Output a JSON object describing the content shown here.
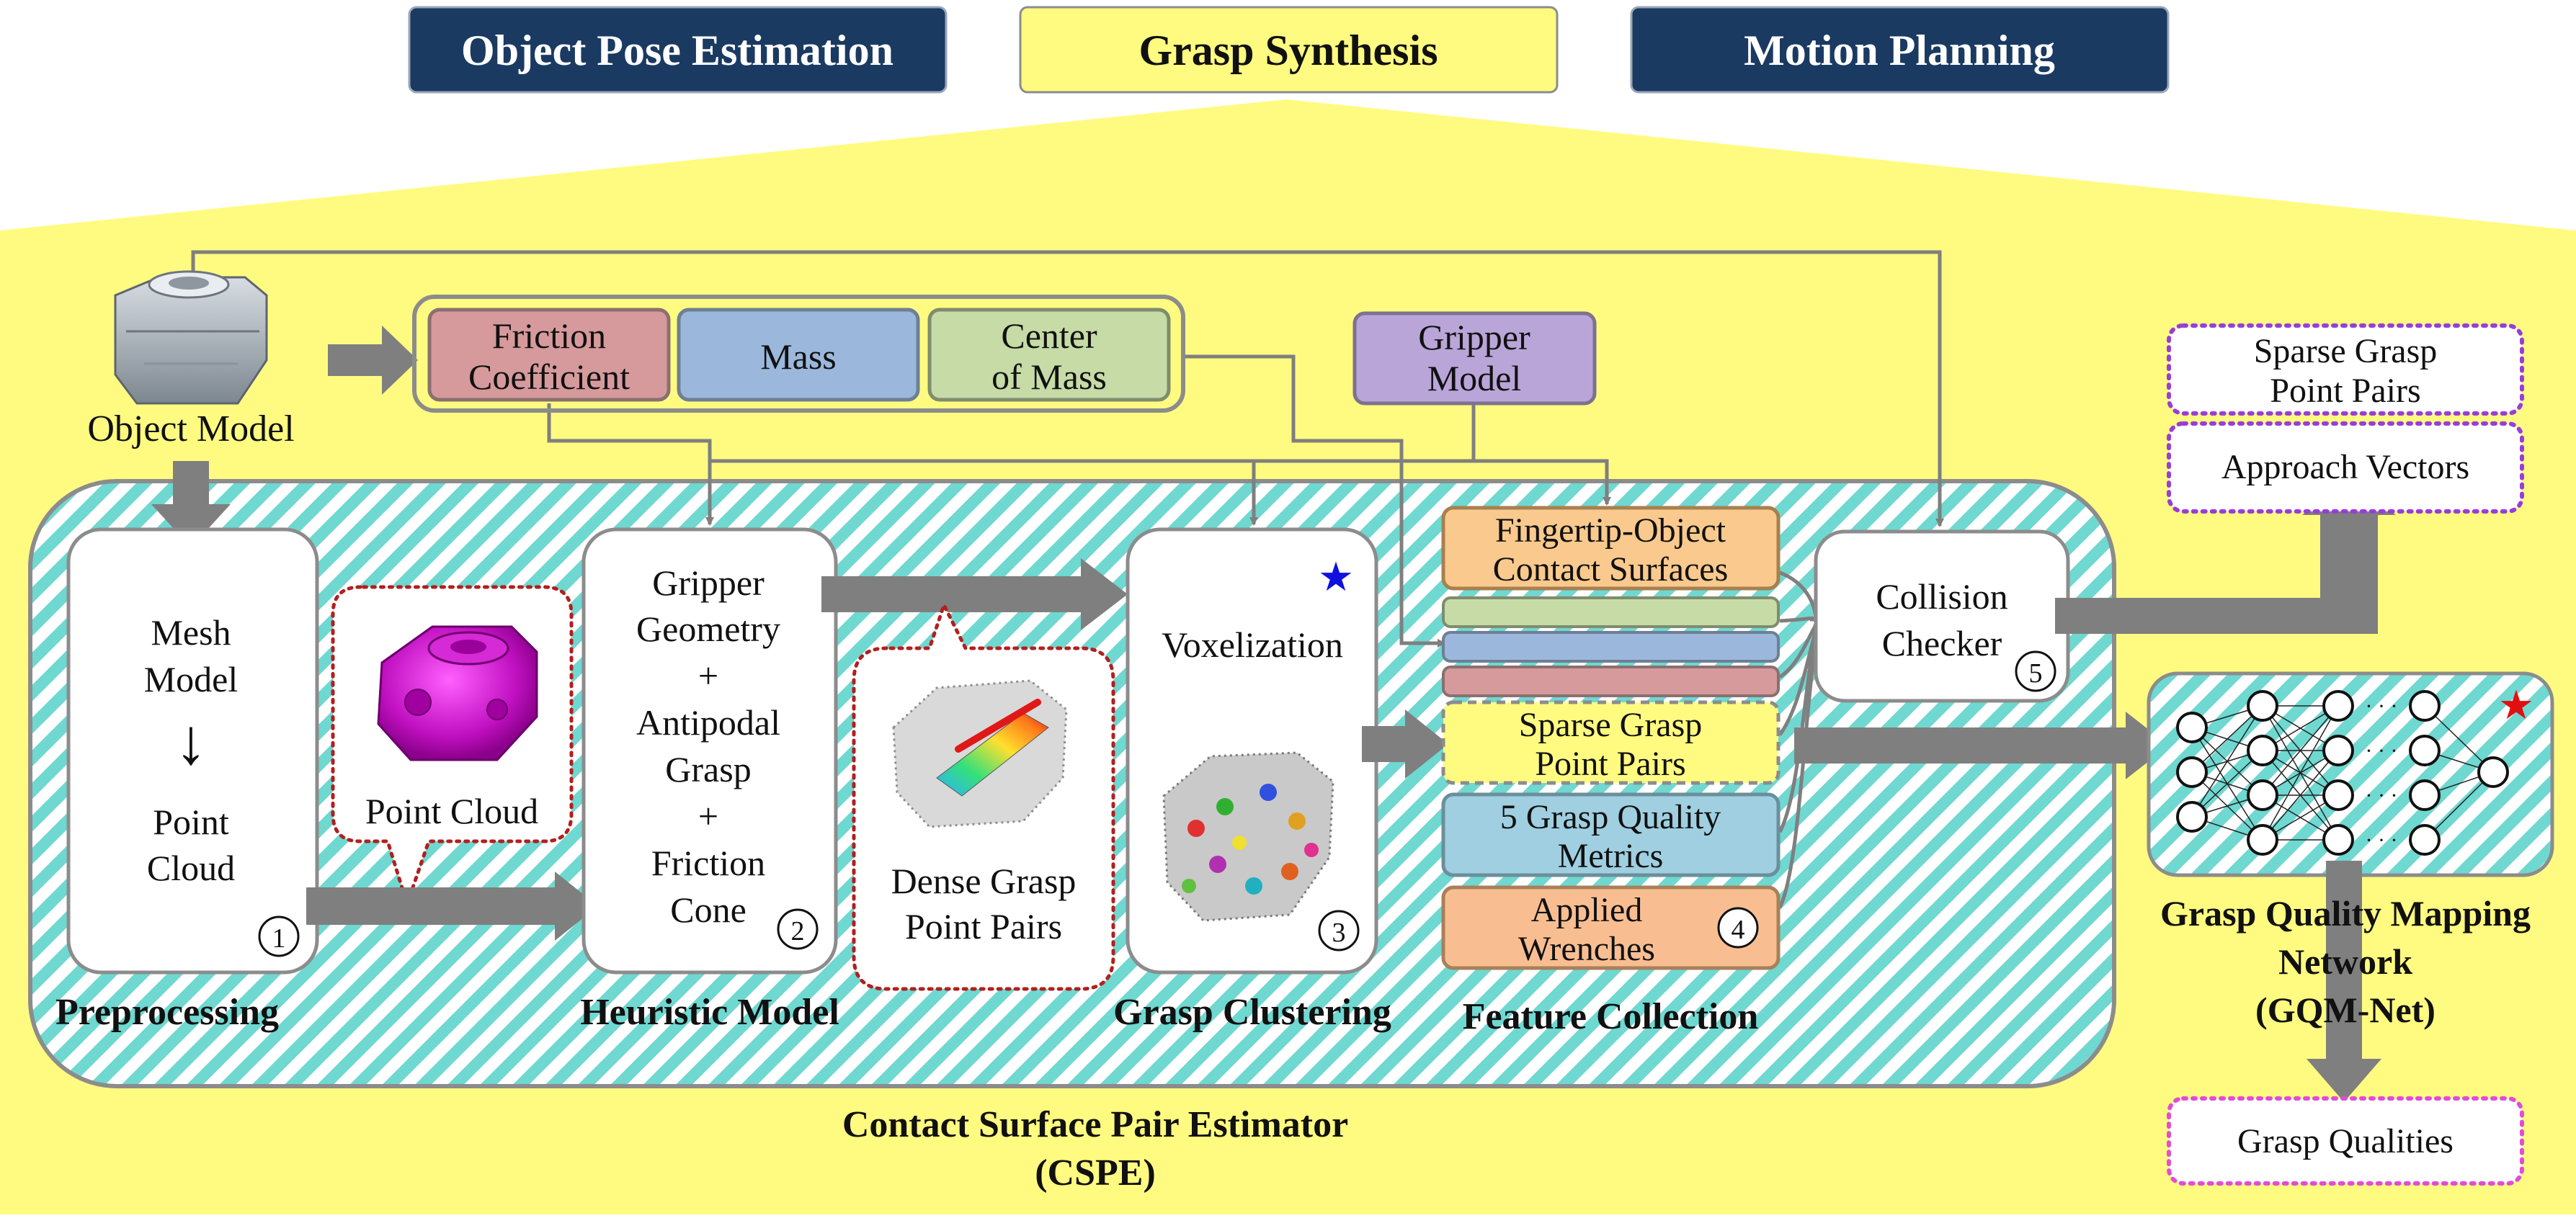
{
  "top_tabs": {
    "pose": "Object Pose Estimation",
    "grasp": "Grasp Synthesis",
    "motion": "Motion Planning"
  },
  "object_model_label": "Object Model",
  "properties": {
    "friction_l1": "Friction",
    "friction_l2": "Coefficient",
    "mass": "Mass",
    "com_l1": "Center",
    "com_l2": "of Mass",
    "gripper_l1": "Gripper",
    "gripper_l2": "Model"
  },
  "preprocessing": {
    "l1": "Mesh",
    "l2": "Model",
    "arrow": "↓",
    "l3": "Point",
    "l4": "Cloud",
    "step": "1",
    "stage_label": "Preprocessing"
  },
  "point_cloud_callout": "Point Cloud",
  "heuristic": {
    "l1": "Gripper",
    "l2": "Geometry",
    "p1": "+",
    "l3": "Antipodal",
    "l4": "Grasp",
    "p2": "+",
    "l5": "Friction",
    "l6": "Cone",
    "step": "2",
    "stage_label": "Heuristic Model"
  },
  "dense_callout": {
    "l1": "Dense Grasp",
    "l2": "Point Pairs"
  },
  "clustering": {
    "title": "Voxelization",
    "step": "3",
    "star": "★",
    "stage_label": "Grasp Clustering"
  },
  "features": {
    "contact_l1": "Fingertip-Object",
    "contact_l2": "Contact Surfaces",
    "sparse_l1": "Sparse Grasp",
    "sparse_l2": "Point Pairs",
    "metrics_l1": "5 Grasp Quality",
    "metrics_l2": "Metrics",
    "wrench_l1": "Applied",
    "wrench_l2": "Wrenches",
    "step": "4",
    "stage_label": "Feature Collection"
  },
  "collision": {
    "l1": "Collision",
    "l2": "Checker",
    "step": "5"
  },
  "outputs": {
    "sparse_l1": "Sparse Grasp",
    "sparse_l2": "Point Pairs",
    "approach": "Approach Vectors",
    "qualities": "Grasp Qualities"
  },
  "gqm": {
    "l1": "Grasp Quality Mapping",
    "l2": "Network",
    "l3": "(GQM-Net)",
    "star": "★",
    "dots": "· · ·"
  },
  "cspe": {
    "l1": "Contact Surface Pair Estimator",
    "l2": "(CSPE)"
  },
  "colors": {
    "navy": "#1a3a62",
    "yellow": "#fffb80",
    "friction": "#d69a9c",
    "mass": "#9bb8dc",
    "com": "#c6dba6",
    "gripper": "#b9a5d8",
    "contact": "#f9c98d",
    "metrics": "#9fcfe0",
    "wrench": "#f8be92",
    "stripe": "#6fd8d0",
    "purple_dotted": "#9a3dd8",
    "pink_dotted": "#e24bd8",
    "red_dotted": "#b21f1f"
  }
}
